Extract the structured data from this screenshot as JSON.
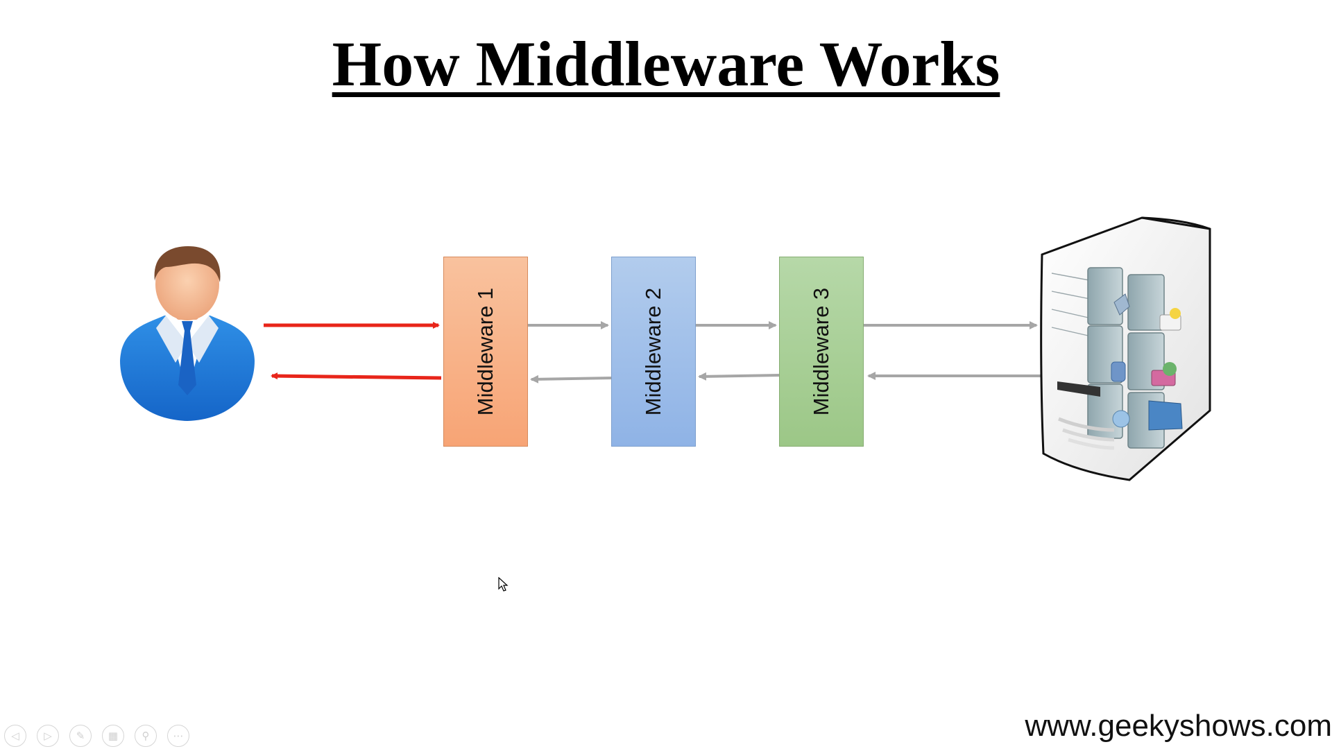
{
  "slide": {
    "title": "How Middleware Works",
    "website": "www.geekyshows.com"
  },
  "middlewares": [
    {
      "label": "Middleware 1",
      "color": "#f7a475"
    },
    {
      "label": "Middleware 2",
      "color": "#8fb3e6"
    },
    {
      "label": "Middleware 3",
      "color": "#9cc787"
    }
  ],
  "icons": {
    "client": "user-icon",
    "server": "server-icon",
    "cursor": "mouse-pointer-icon"
  },
  "colors": {
    "client_arrows": "#e8251a",
    "internal_arrows": "#a6a6a6"
  },
  "presenter_controls": [
    {
      "icon": "previous-icon",
      "glyph": "◁"
    },
    {
      "icon": "next-icon",
      "glyph": "▷"
    },
    {
      "icon": "pen-icon",
      "glyph": "✎"
    },
    {
      "icon": "slides-grid-icon",
      "glyph": "▦"
    },
    {
      "icon": "zoom-icon",
      "glyph": "⚲"
    },
    {
      "icon": "more-icon",
      "glyph": "⋯"
    }
  ]
}
